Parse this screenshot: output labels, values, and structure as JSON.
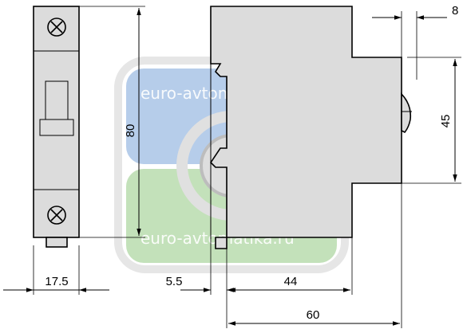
{
  "diagram": {
    "dimensions": {
      "height_front": "80",
      "width_front": "17.5",
      "offset_side": "5.5",
      "depth_body": "44",
      "depth_total": "60",
      "top_step": "8",
      "front_height": "45"
    },
    "watermark": {
      "text_top": "euro-avtomatika.ru",
      "text_bottom": "euro-avtomatika.ru",
      "color_blue": "#a9c4e6",
      "color_green": "#b8dcae",
      "color_ring": "#c8c8c8"
    },
    "colors": {
      "body_fill": "#dcdcdc",
      "line": "#000000"
    }
  }
}
